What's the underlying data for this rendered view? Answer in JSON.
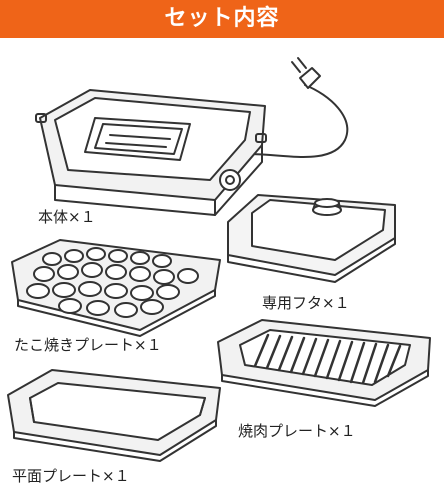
{
  "header": {
    "title": "セット内容",
    "background": "#ef6418"
  },
  "items": [
    {
      "label": "本体×１",
      "icon": "hot-plate-base-icon"
    },
    {
      "label": "専用フタ×１",
      "icon": "lid-icon"
    },
    {
      "label": "たこ焼きプレート×１",
      "icon": "takoyaki-plate-icon"
    },
    {
      "label": "焼肉プレート×１",
      "icon": "grill-plate-icon"
    },
    {
      "label": "平面プレート×１",
      "icon": "flat-plate-icon"
    }
  ]
}
